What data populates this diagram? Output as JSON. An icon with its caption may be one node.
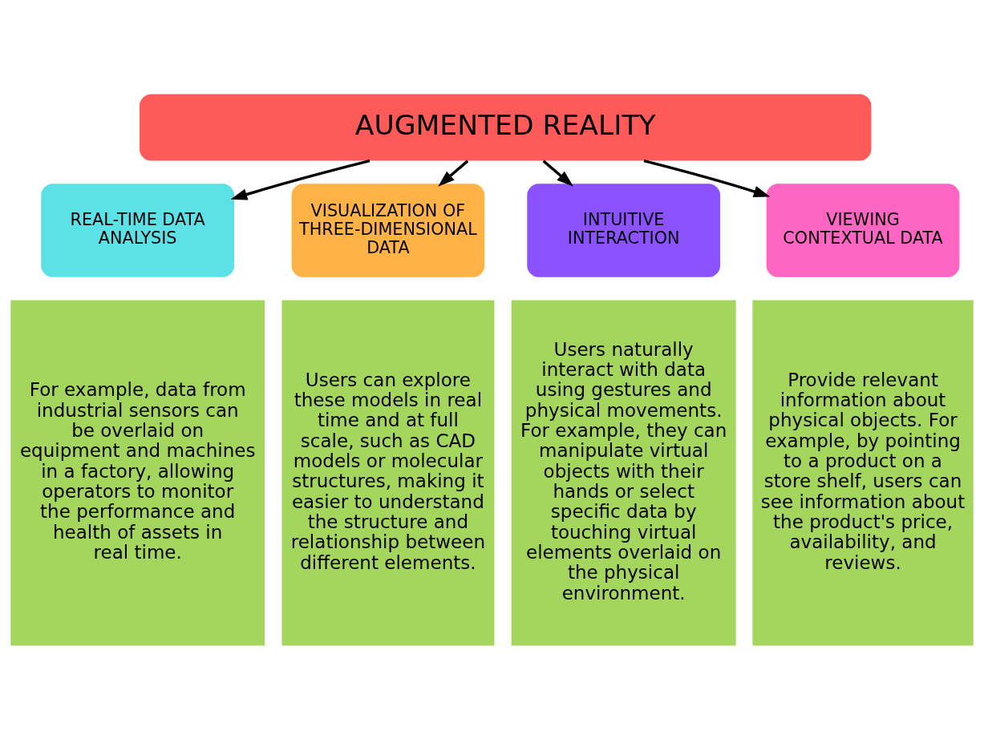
{
  "diagram": {
    "nodes": [
      {
        "text": [
          "AUGMENTED REALITY"
        ]
      },
      {
        "text": [
          "REAL-TIME DATA ANALYSIS"
        ]
      },
      {
        "text": [
          "For example, data from industrial sensors can be overlaid on equipment and machines in a factory, allowing operators to monitor the performance and health of assets in real time."
        ]
      },
      {
        "text": [
          "VISUALIZATION OF THREE-DIMENSIONAL DATA"
        ]
      },
      {
        "text": [
          "Users can explore these models in real time and at full scale, such as CAD models or molecular structures, making it easier to understand the structure and relationship between different elements."
        ]
      },
      {
        "text": [
          "INTUITIVE INTERACTION"
        ]
      },
      {
        "text": [
          "Users naturally interact with data using gestures and physical movements. For example, they can manipulate virtual objects with their hands or select specific data by touching virtual elements overlaid on the physical environment."
        ]
      },
      {
        "text": [
          "VIEWING CONTEXTUAL DATA"
        ]
      },
      {
        "text": [
          "Provide relevant information about physical objects. For example, by pointing to a product on a store shelf, users can see information about the product's price, availability, and reviews."
        ]
      }
    ],
    "edges": [
      {
        "from": 0,
        "to": 1,
        "arrow": "to"
      },
      {
        "from": 0,
        "to": 3,
        "arrow": "to"
      },
      {
        "from": 0,
        "to": 5,
        "arrow": "to"
      },
      {
        "from": 0,
        "to": 7,
        "arrow": "to"
      }
    ]
  }
}
